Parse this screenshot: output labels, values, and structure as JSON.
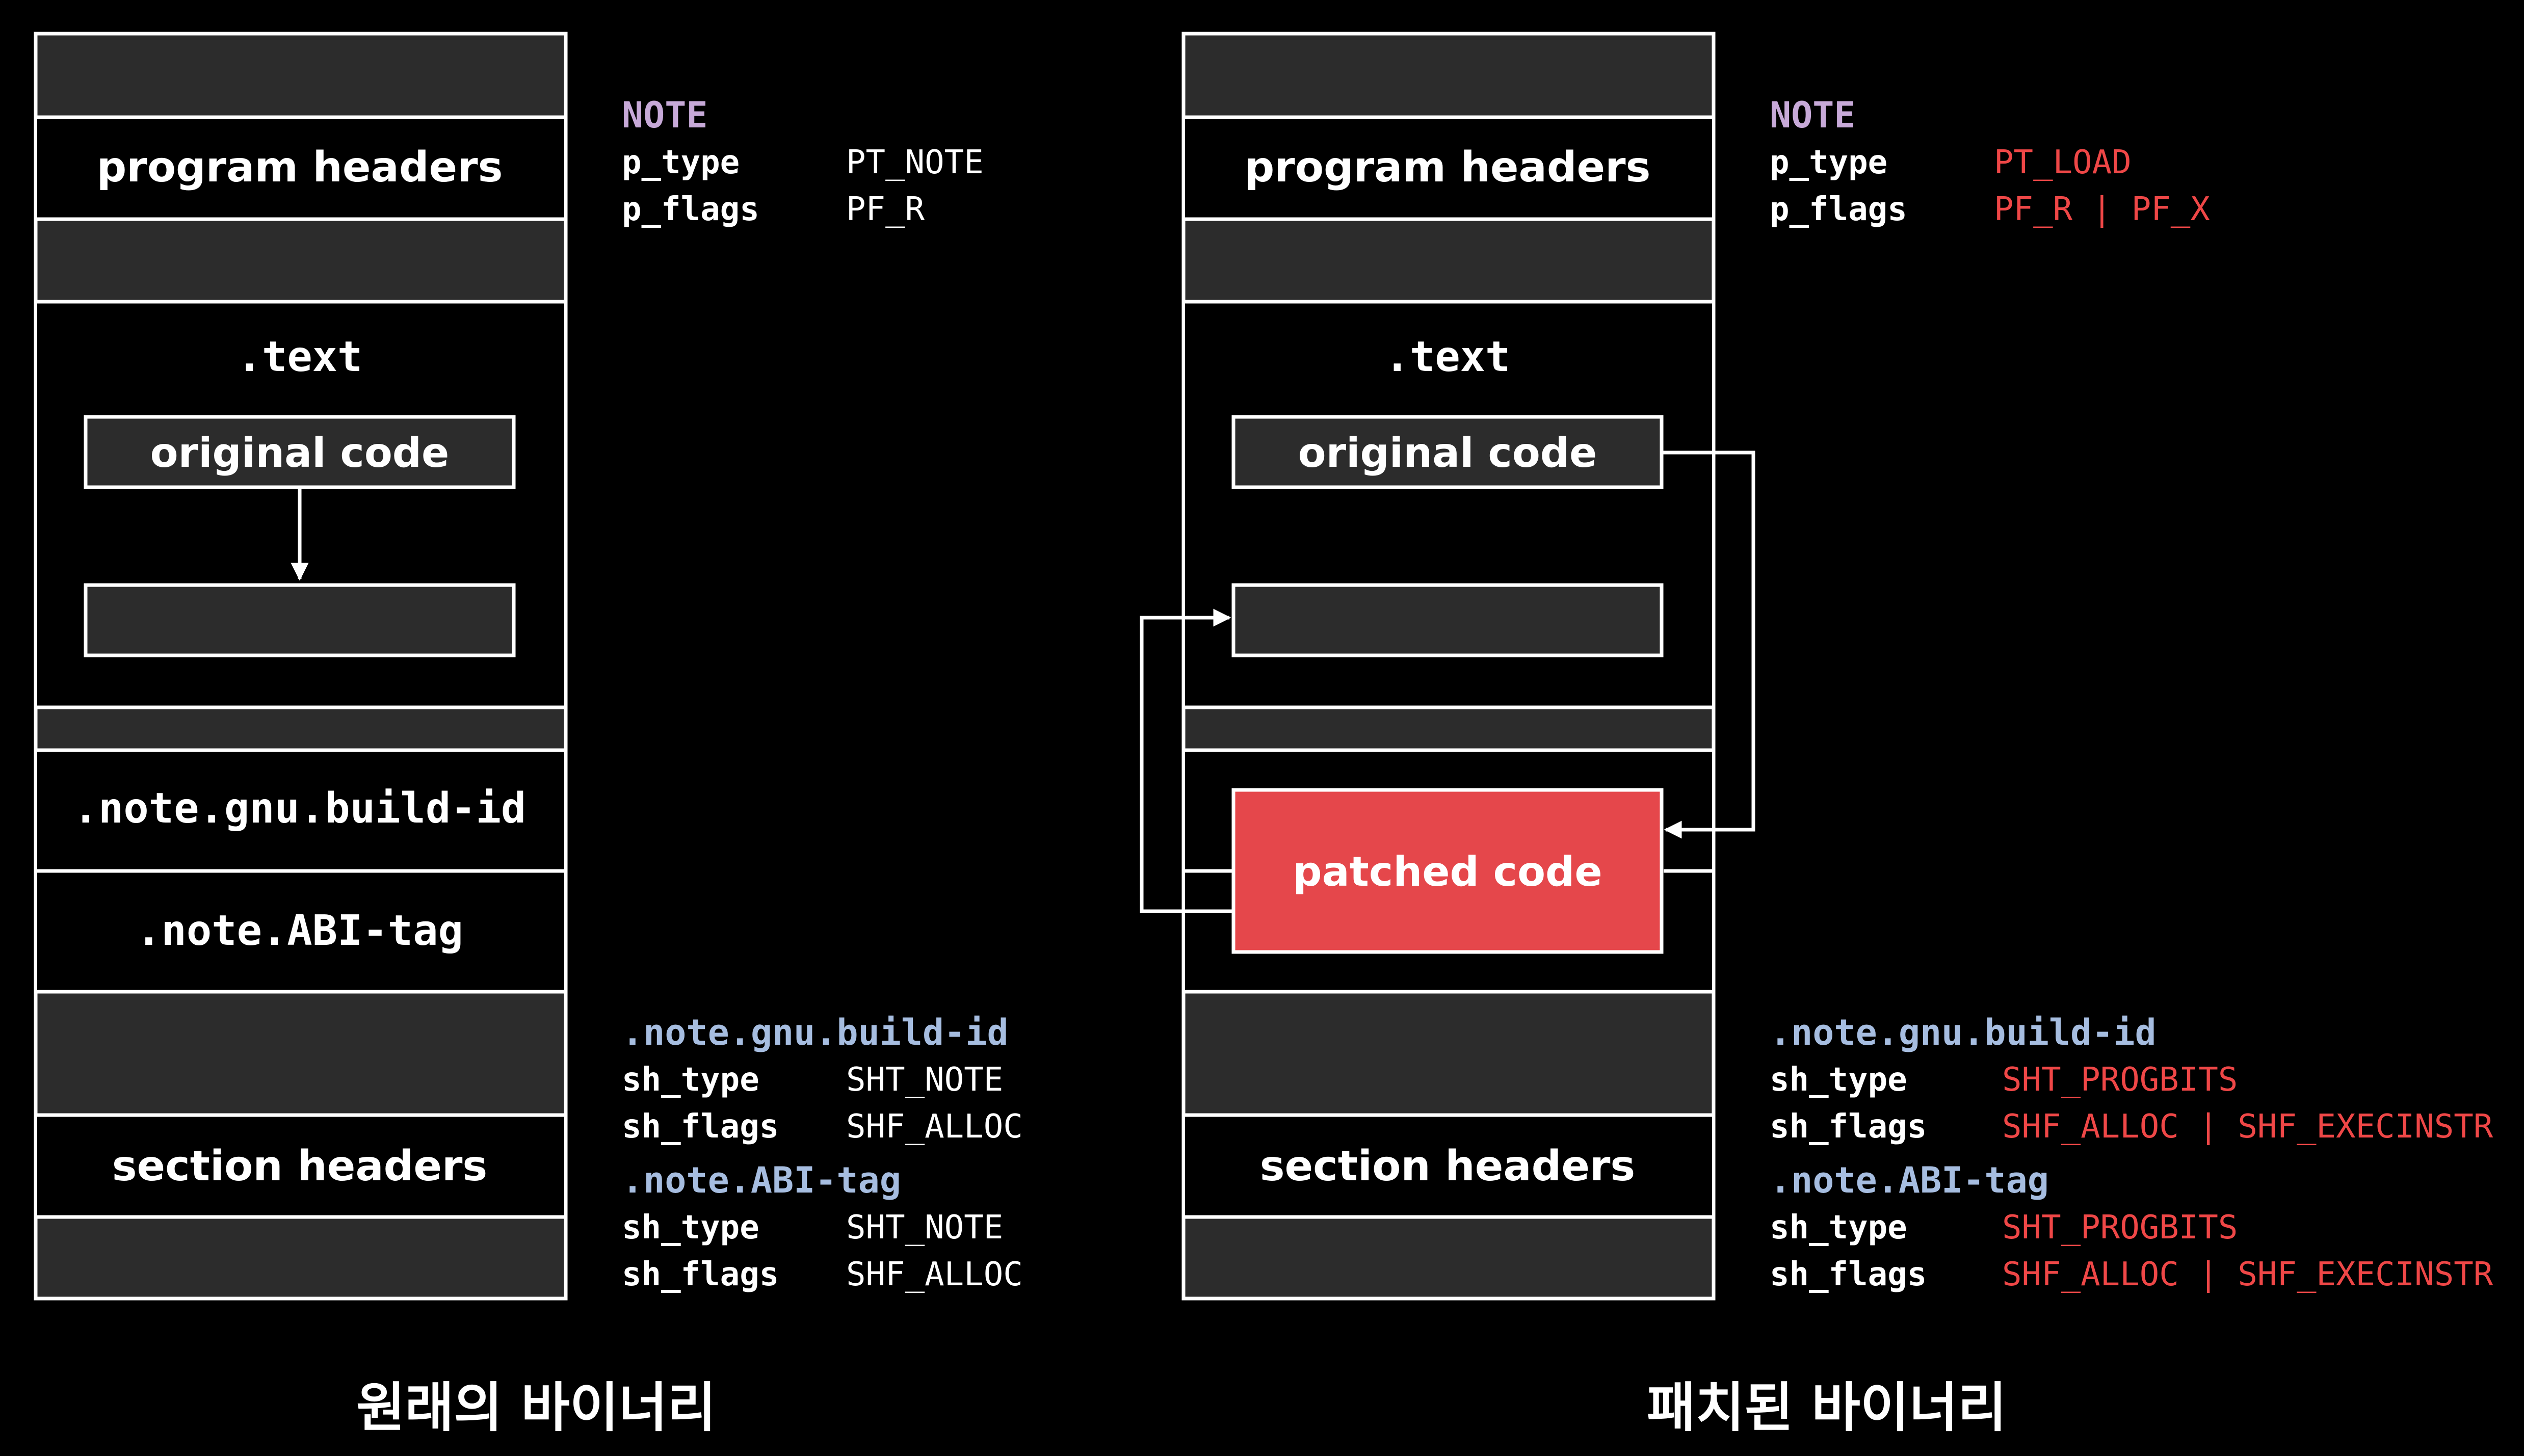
{
  "colors": {
    "background": "#000000",
    "block_fill": "#2c2c2c",
    "border": "#ffffff",
    "patched_fill": "#e5474b",
    "note_header": "#c7a9d8",
    "section_name": "#a6bde0",
    "changed_value": "#ef4747",
    "text": "#ffffff"
  },
  "original": {
    "caption": "원래의 바이너리",
    "blocks": {
      "program_headers": "program headers",
      "text_section": ".text",
      "original_code": "original code",
      "note_build_id": ".note.gnu.build-id",
      "note_abi_tag": ".note.ABI-tag",
      "section_headers": "section headers"
    },
    "program_header_info": {
      "header": "NOTE",
      "rows": [
        {
          "key": "p_type",
          "value": "PT_NOTE"
        },
        {
          "key": "p_flags",
          "value": "PF_R"
        }
      ]
    },
    "section_info": [
      {
        "name": ".note.gnu.build-id",
        "rows": [
          {
            "key": "sh_type",
            "value": "SHT_NOTE"
          },
          {
            "key": "sh_flags",
            "value": "SHF_ALLOC"
          }
        ]
      },
      {
        "name": ".note.ABI-tag",
        "rows": [
          {
            "key": "sh_type",
            "value": "SHT_NOTE"
          },
          {
            "key": "sh_flags",
            "value": "SHF_ALLOC"
          }
        ]
      }
    ]
  },
  "patched": {
    "caption": "패치된 바이너리",
    "blocks": {
      "program_headers": "program headers",
      "text_section": ".text",
      "original_code": "original code",
      "patched_code": "patched code",
      "section_headers": "section headers"
    },
    "program_header_info": {
      "header": "NOTE",
      "rows": [
        {
          "key": "p_type",
          "value": "PT_LOAD"
        },
        {
          "key": "p_flags",
          "value": "PF_R | PF_X"
        }
      ]
    },
    "section_info": [
      {
        "name": ".note.gnu.build-id",
        "rows": [
          {
            "key": "sh_type",
            "value": "SHT_PROGBITS"
          },
          {
            "key": "sh_flags",
            "value": "SHF_ALLOC | SHF_EXECINSTR"
          }
        ]
      },
      {
        "name": ".note.ABI-tag",
        "rows": [
          {
            "key": "sh_type",
            "value": "SHT_PROGBITS"
          },
          {
            "key": "sh_flags",
            "value": "SHF_ALLOC | SHF_EXECINSTR"
          }
        ]
      }
    ]
  }
}
